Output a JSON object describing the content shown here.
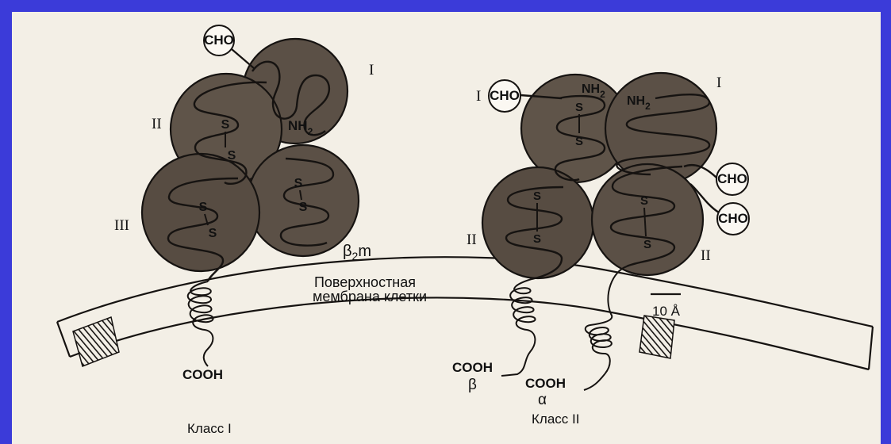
{
  "colors": {
    "frame": "#3b3bd9",
    "paper": "#f3efe6",
    "domain_fill": "#5b5046",
    "line": "#161311"
  },
  "diagram": {
    "membrane_label_line1": "Поверхностная",
    "membrane_label_line2": "мембрана клетки",
    "scale_bar_label": "10 Å",
    "class1": {
      "caption": "Класс I",
      "domain_I": "I",
      "domain_II": "II",
      "domain_III": "III",
      "b2m_beta": "β",
      "b2m_sub": "2",
      "b2m_m": "m",
      "cho": "CHO",
      "nh2": "NH",
      "nh2_sub": "2",
      "cooh": "COOH",
      "ss_s": "S"
    },
    "class2": {
      "caption": "Класс II",
      "domain_I_left": "I",
      "domain_I_right": "I",
      "domain_II_left": "II",
      "domain_II_right": "II",
      "cho_left": "CHO",
      "cho_right_top": "CHO",
      "cho_right_bottom": "CHO",
      "nh2_left": "NH",
      "nh2_left_sub": "2",
      "nh2_right": "NH",
      "nh2_right_sub": "2",
      "cooh_beta": "COOH",
      "beta": "β",
      "cooh_alpha": "COOH",
      "alpha": "α",
      "ss_s": "S"
    }
  }
}
